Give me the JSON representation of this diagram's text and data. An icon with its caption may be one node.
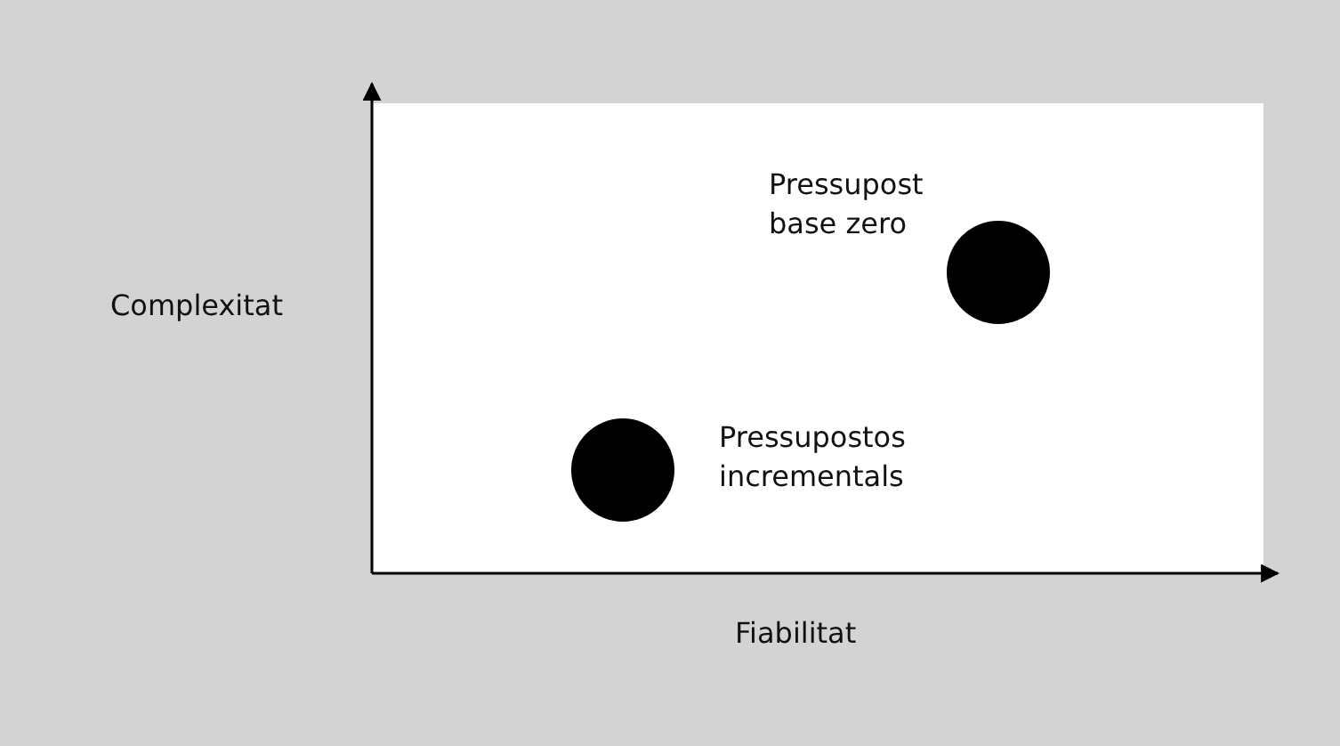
{
  "diagram": {
    "nodes": [
      {
        "text": [],
        "shape": "circle",
        "beside": [
          "Pressupost base zero"
        ]
      },
      {
        "text": [],
        "shape": "circle",
        "beside": [
          "Pressupostos incrementals"
        ]
      }
    ],
    "labels": [
      "Complexitat",
      "Fiabilitat"
    ]
  }
}
